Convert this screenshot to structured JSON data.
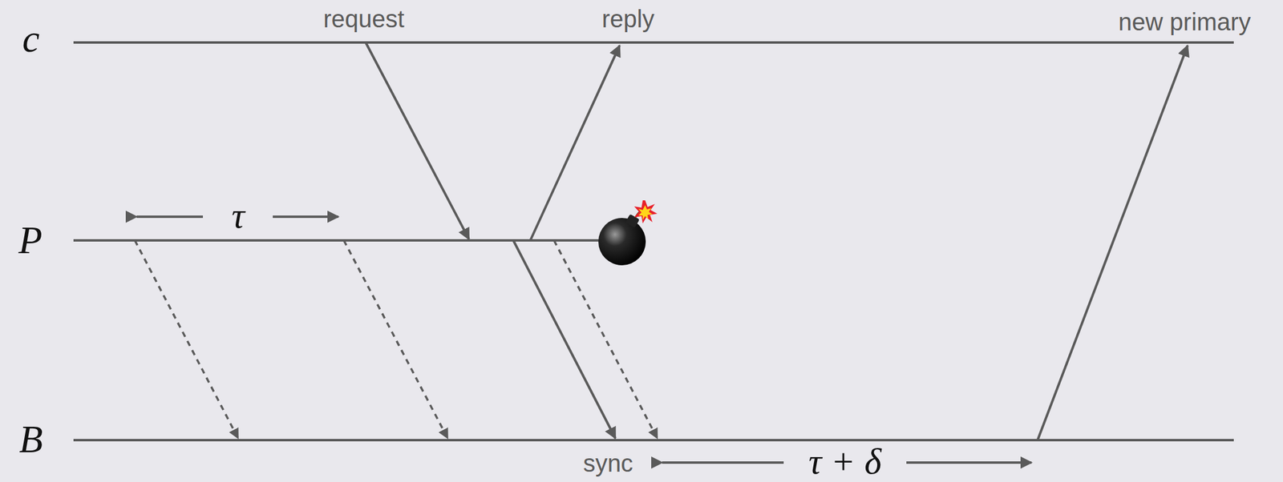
{
  "diagram": {
    "labels": [
      "c",
      "P",
      "B",
      "request",
      "reply",
      "new primary",
      "τ",
      "sync",
      "τ + δ"
    ]
  }
}
